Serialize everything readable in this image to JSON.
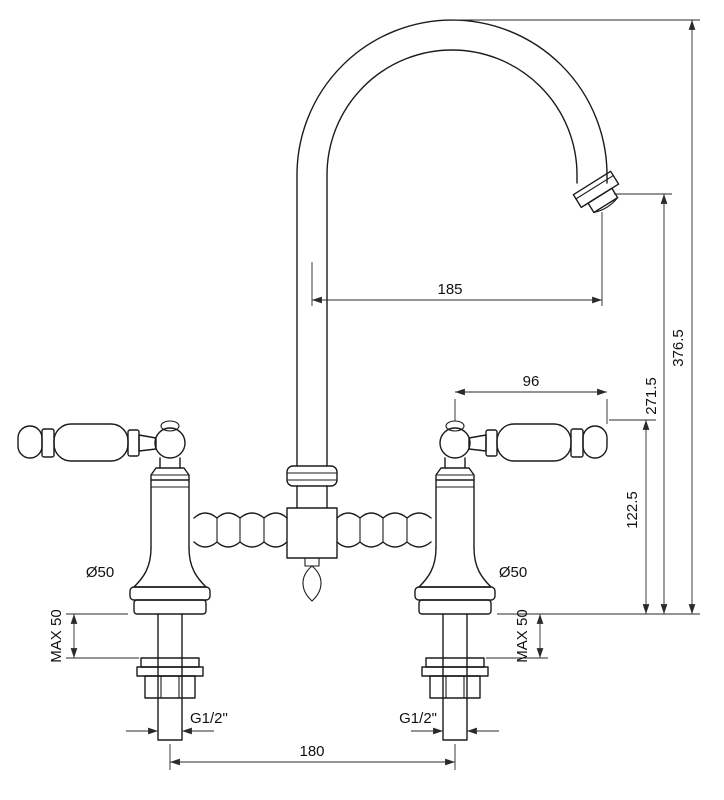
{
  "drawing": {
    "title": "bridge-faucet-technical-drawing",
    "labels": {
      "spout_reach": "185",
      "handle_length": "96",
      "spout_height": "271.5",
      "total_height": "376.5",
      "handle_height": "122.5",
      "base_diameter_left": "Ø50",
      "base_diameter_right": "Ø50",
      "max_thickness_left": "MAX 50",
      "max_thickness_right": "MAX 50",
      "thread_size_left": "G1/2\"",
      "thread_size_right": "G1/2\"",
      "hole_distance": "180"
    }
  }
}
